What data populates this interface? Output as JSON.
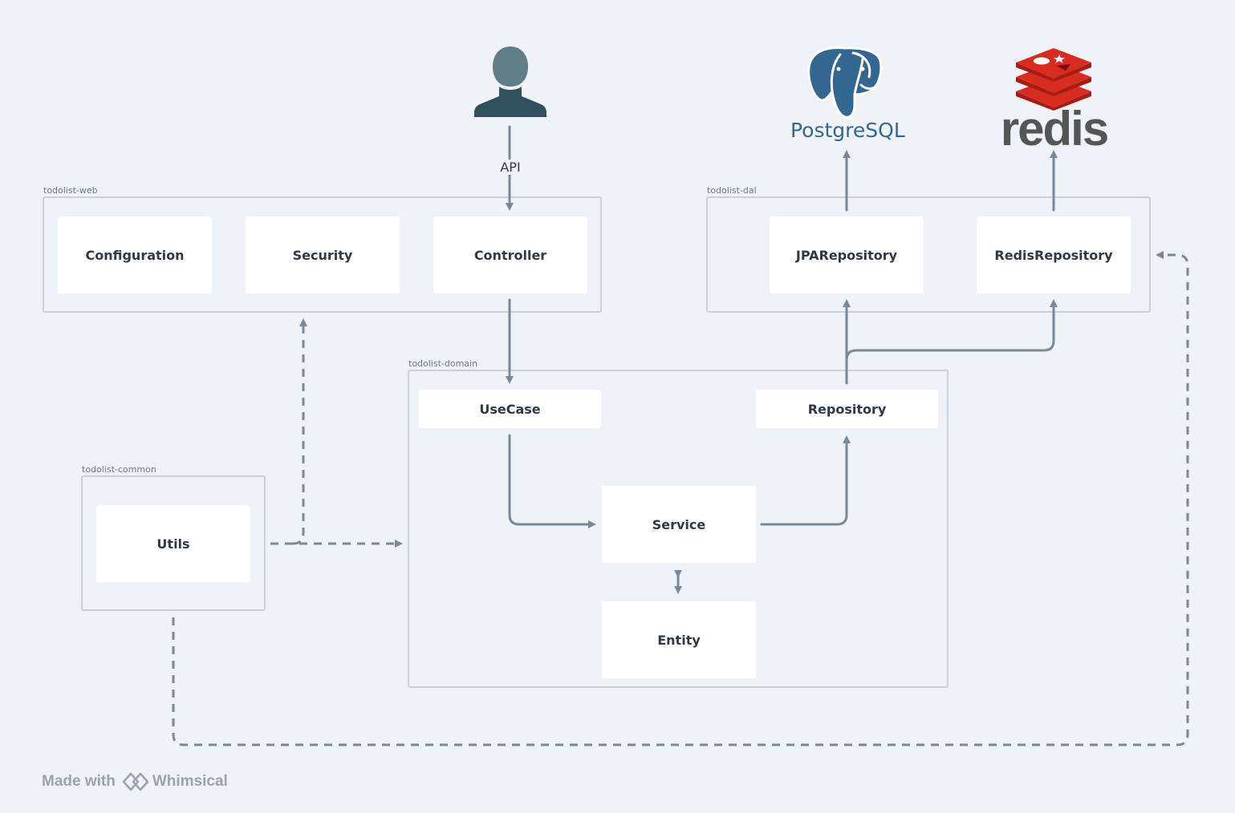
{
  "groups": {
    "web": "todolist-web",
    "dal": "todolist-dal",
    "domain": "todolist-domain",
    "common": "todolist-common"
  },
  "nodes": {
    "configuration": "Configuration",
    "security": "Security",
    "controller": "Controller",
    "jpa_repository": "JPARepository",
    "redis_repository": "RedisRepository",
    "usecase": "UseCase",
    "repository": "Repository",
    "service": "Service",
    "entity": "Entity",
    "utils": "Utils"
  },
  "edges": {
    "api_label": "API"
  },
  "logos": {
    "postgres": "PostgreSQL",
    "redis": "redis"
  },
  "icons": {
    "user": "user-icon",
    "postgres": "postgresql-elephant-icon",
    "redis": "redis-stack-icon",
    "whimsical": "whimsical-logo-icon"
  },
  "colors": {
    "background": "#eff3f7",
    "group_border": "#c8d1da",
    "connector": "#7b8896",
    "user": "#5a7480",
    "postgres": "#336791",
    "redis": "#d82c20"
  },
  "footer": {
    "made_with": "Made with",
    "brand": "Whimsical"
  }
}
